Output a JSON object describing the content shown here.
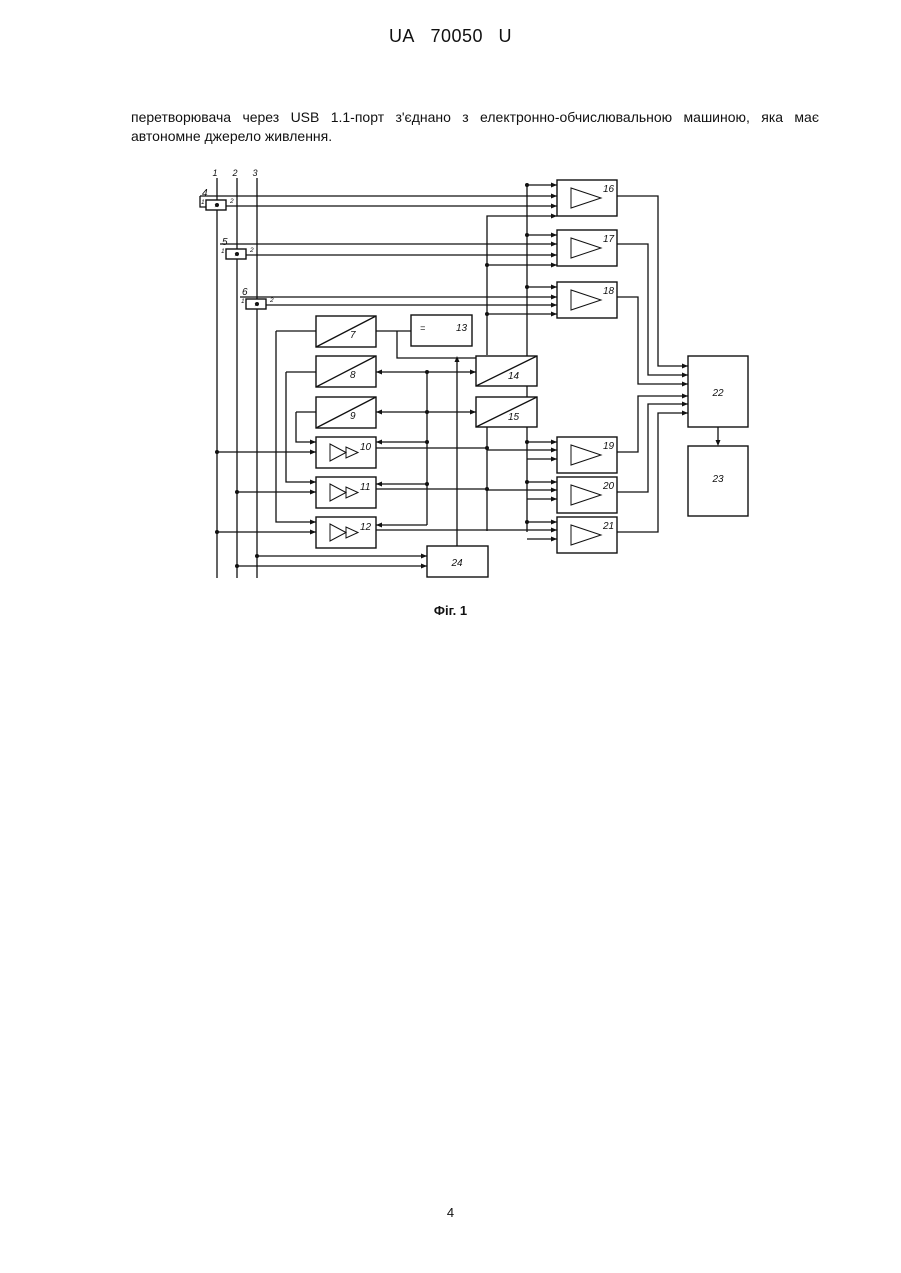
{
  "header": {
    "office": "UA",
    "number": "70050",
    "kind": "U"
  },
  "paragraph": "перетворювача через USB 1.1-порт з'єднано з електронно-обчислювальною машиною, яка має автономне джерело живлення.",
  "figure": {
    "caption": "Фіг. 1",
    "line_labels": [
      "1",
      "2",
      "3"
    ],
    "multiplier_labels": [
      "4",
      "5",
      "6"
    ],
    "multiplier_symbol": "×",
    "converter_labels": [
      "7",
      "8",
      "9"
    ],
    "power_label": "13",
    "power_symbol": "=",
    "amplifier_labels": [
      "10",
      "11",
      "12"
    ],
    "adc_labels": [
      "14",
      "15"
    ],
    "comparator_labels": [
      "16",
      "17",
      "18",
      "19",
      "20",
      "21"
    ],
    "unit_22": "22",
    "unit_23": "23",
    "unit_24": "24"
  },
  "page_number": "4"
}
